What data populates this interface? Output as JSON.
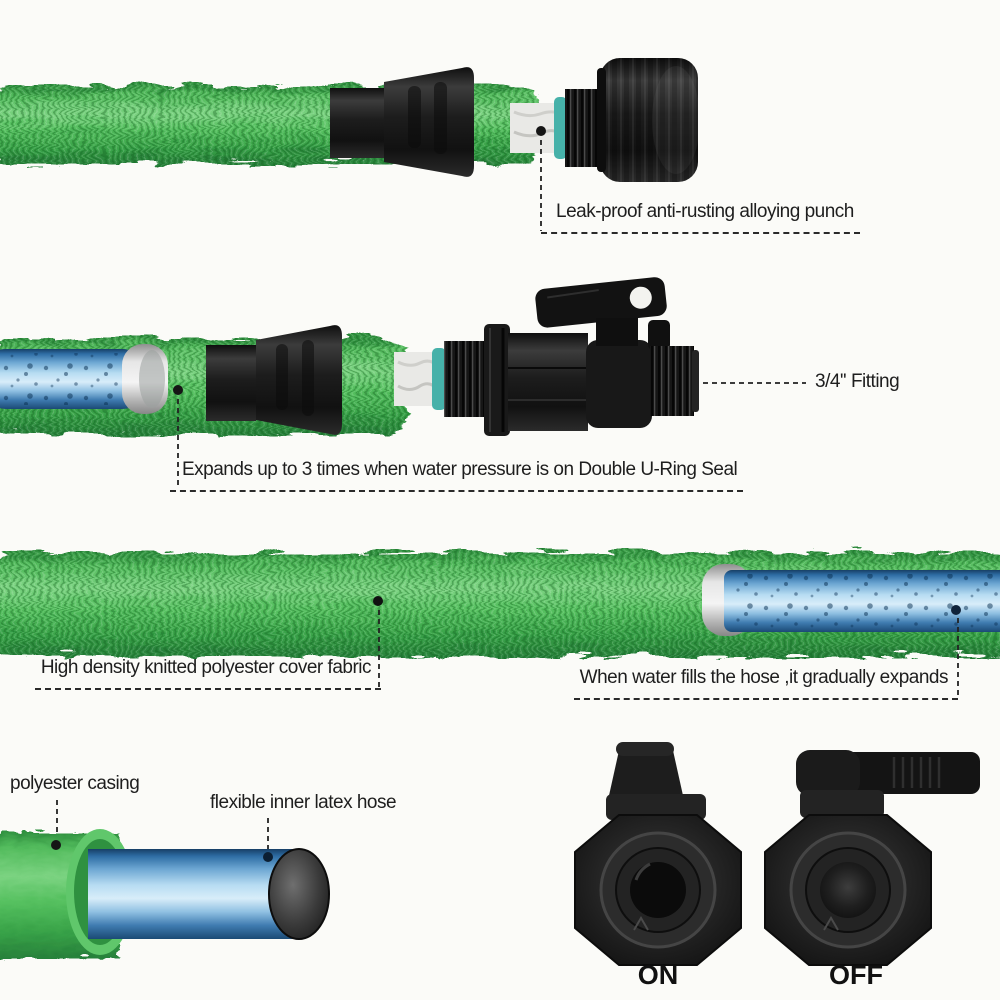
{
  "page": {
    "background_color": "#fbfbf8"
  },
  "annotations": {
    "leak_proof": "Leak-proof anti-rusting alloying punch",
    "fitting": "3/4'' Fitting",
    "expands": "Expands up to 3 times when water pressure is on Double U-Ring Seal",
    "cover_fabric": "High density knitted polyester cover fabric",
    "water_fills": "When water fills the hose ,it gradually expands",
    "polyester_casing": "polyester casing",
    "latex_hose": "flexible inner latex hose"
  },
  "valve_labels": {
    "on": "ON",
    "off": "OFF"
  },
  "colors": {
    "hose_green": "#4cb956",
    "hose_blue": "#7fb8de",
    "fitting_black": "#1c1c1c",
    "seal_teal": "#46b1a9",
    "metal_silver": "#d9d9d9",
    "text": "#1e1e1e"
  }
}
